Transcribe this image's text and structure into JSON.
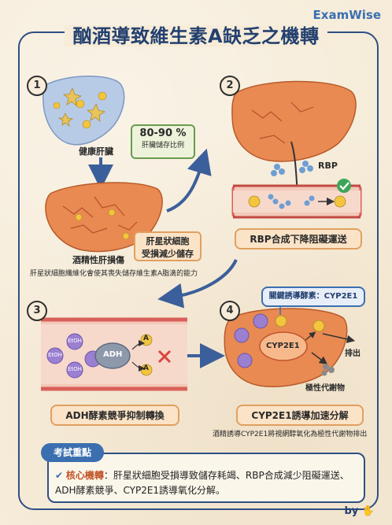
{
  "brand": "ExamWise",
  "title": "酗酒導致維生素A缺乏之機轉",
  "panels": {
    "p1": {
      "num": "1",
      "healthy_label": "健康肝臟",
      "storage_pct": "80-90 %",
      "storage_desc": "肝臟儲存比例",
      "damaged_label": "酒精性肝損傷",
      "stellate_box_line1": "肝星狀細胞",
      "stellate_box_line2": "受損減少儲存",
      "note": "肝星狀細胞纖維化會使其喪失儲存維生素A脂滴的能力"
    },
    "p2": {
      "num": "2",
      "rbp_label": "RBP",
      "caption": "RBP合成下降阻礙運送"
    },
    "p3": {
      "num": "3",
      "etoh": "EtOH",
      "adh": "ADH",
      "a": "A",
      "caption": "ADH酵素競爭抑制轉換"
    },
    "p4": {
      "num": "4",
      "enzyme_label": "關鍵誘導酵素：CYP2E1",
      "cyp": "CYP2E1",
      "excrete": "排出",
      "polar": "極性代謝物",
      "caption": "CYP2E1誘導加速分解",
      "note": "酒精誘導CYP2E1將視網醇氧化為極性代謝物排出"
    }
  },
  "tip": {
    "tag": "考試重點",
    "key": "核心機轉",
    "line1_rest": "：肝星狀細胞受損導致儲存耗竭、RBP合成減少阻礙運送、",
    "line2": "ADH酵素競爭、CYP2E1誘導氧化分解。"
  },
  "by": "by",
  "colors": {
    "navy": "#2f4f84",
    "accent_orange": "#e0a060",
    "liver_healthy": "#b8cbe6",
    "liver_damaged": "#e88a52",
    "vessel": "#d9605a",
    "vitamin_a": "#f2c53d",
    "etoh": "#9b7fd1",
    "check": "#3fa55b",
    "cross": "#d9443c"
  }
}
